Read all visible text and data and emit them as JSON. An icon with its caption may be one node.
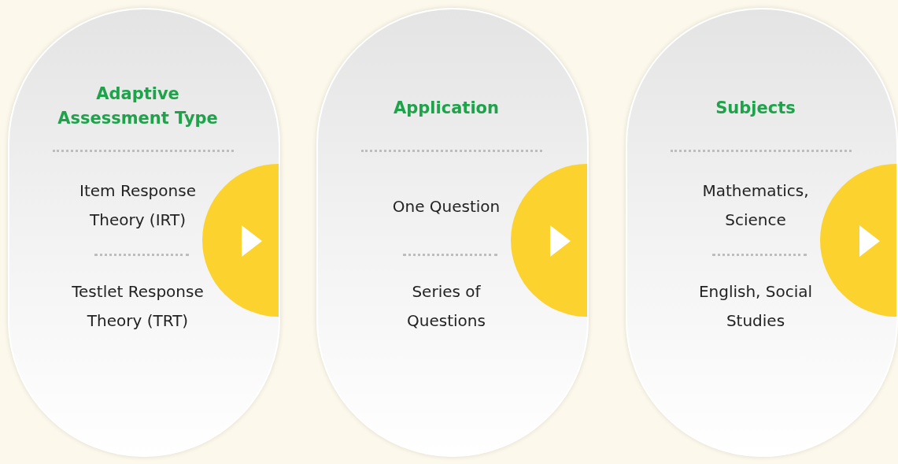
{
  "diagram": {
    "nodes": [
      {
        "text": [
          "Adaptive Assessment Type",
          "Item Response Theory (IRT)",
          "Testlet Response Theory (TRT)"
        ]
      },
      {
        "text": [
          "Application",
          "One Question",
          "Series of Questions"
        ]
      },
      {
        "text": [
          "Subjects",
          "Mathematics, Science",
          "English, Social Studies"
        ]
      }
    ]
  }
}
